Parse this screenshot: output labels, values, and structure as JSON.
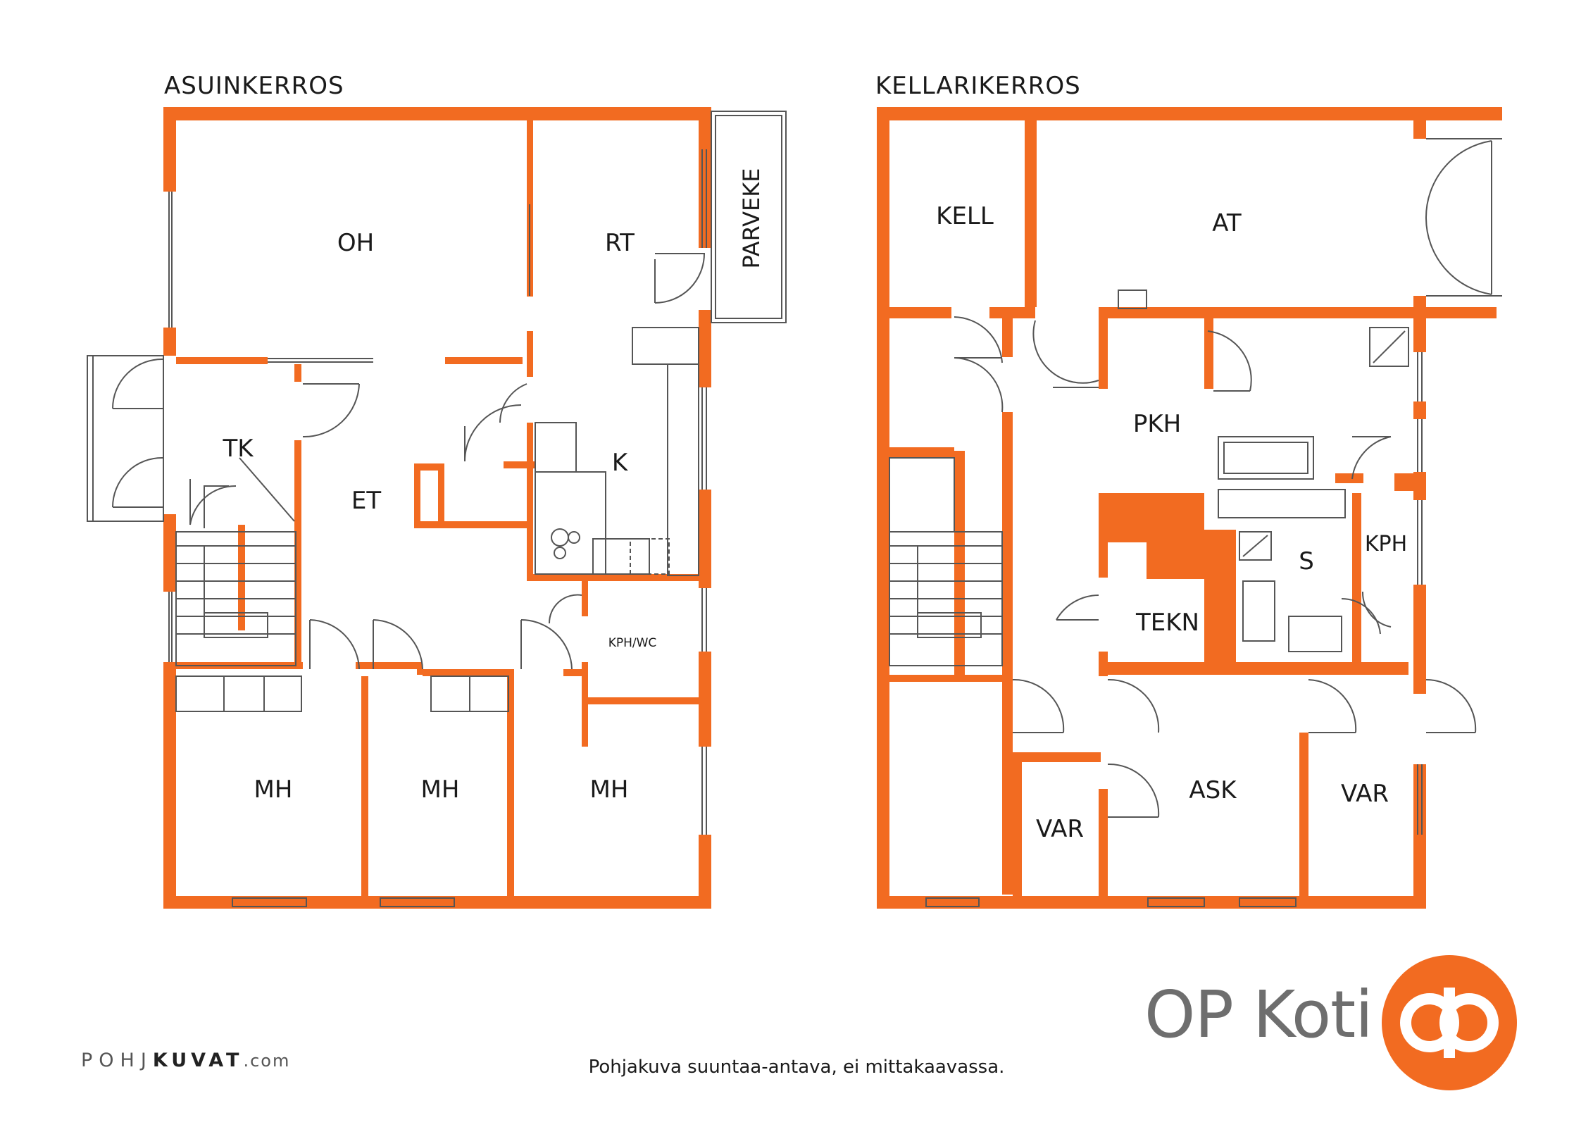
{
  "floors": [
    {
      "title": "ASUINKERROS",
      "rooms": [
        "OH",
        "RT",
        "PARVEKE",
        "TK",
        "ET",
        "K",
        "KPH/WC",
        "MH",
        "MH",
        "MH"
      ]
    },
    {
      "title": "KELLARIKERROS",
      "rooms": [
        "KELL",
        "AT",
        "PKH",
        "S",
        "KPH",
        "TEKN",
        "VAR",
        "ASK",
        "VAR"
      ]
    }
  ],
  "caption": "Pohjakuva suuntaa-antava, ei mittakaavassa.",
  "brand": {
    "name": "OP Koti",
    "logo_icon": "op-logo-icon"
  },
  "credit": {
    "part1": "POHJ",
    "part2": "KUVAT",
    "part3": ".com"
  },
  "colors": {
    "wall": "#F26B21",
    "line": "#555555",
    "text": "#1A1A1A",
    "brand_gray": "#6E6E6E"
  }
}
